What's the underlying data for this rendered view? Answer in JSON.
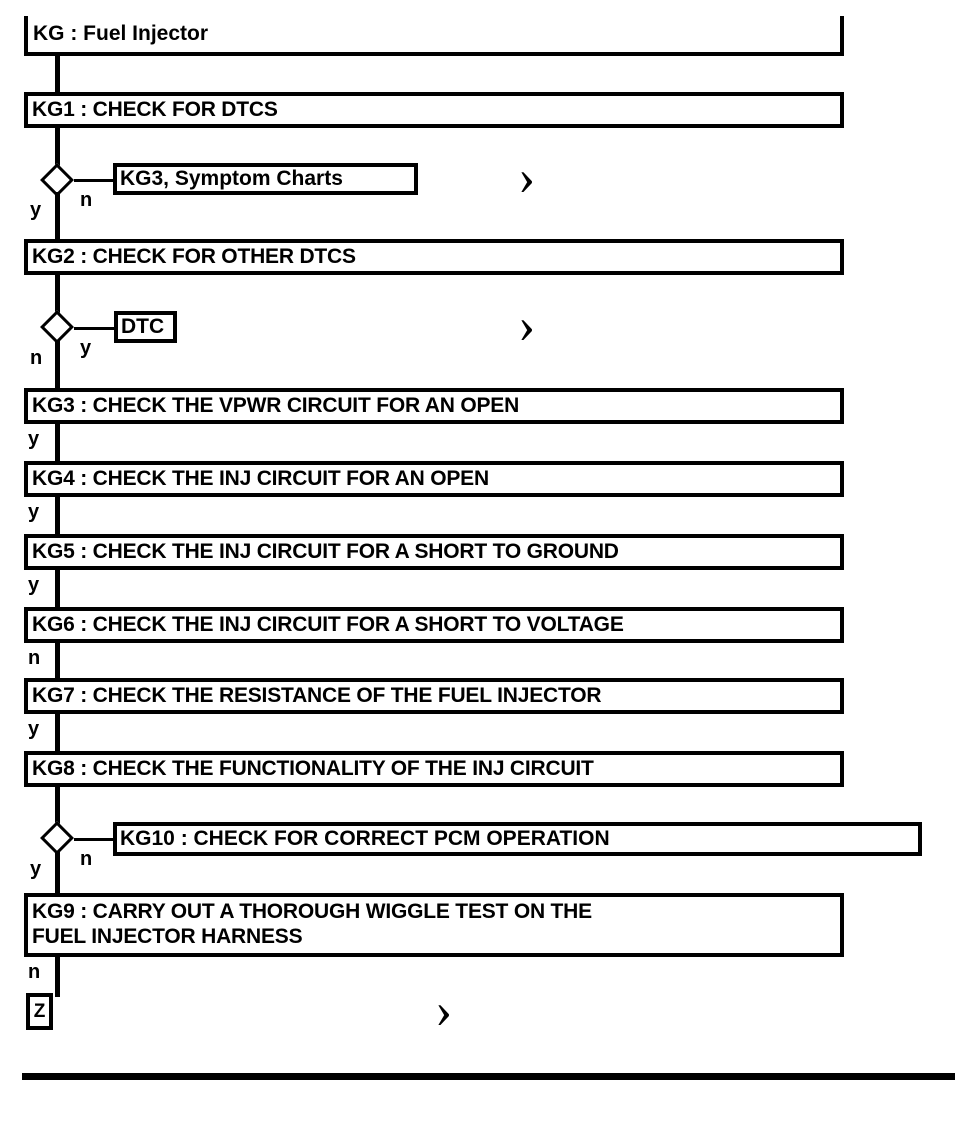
{
  "diagram": {
    "type": "flowchart",
    "title": "KG : Fuel Injector",
    "background_color": "#ffffff",
    "line_color": "#000000"
  },
  "title_box": {
    "label": "KG : Fuel Injector"
  },
  "steps": [
    {
      "id": "KG1",
      "label": "KG1 : CHECK FOR DTCS"
    },
    {
      "id": "KG2",
      "label": "KG2 : CHECK FOR OTHER DTCS"
    },
    {
      "id": "KG3",
      "label": "KG3 : CHECK THE VPWR CIRCUIT FOR AN OPEN"
    },
    {
      "id": "KG4",
      "label": "KG4 : CHECK THE INJ CIRCUIT FOR AN OPEN"
    },
    {
      "id": "KG5",
      "label": "KG5 : CHECK THE INJ CIRCUIT FOR A SHORT TO GROUND"
    },
    {
      "id": "KG6",
      "label": "KG6 : CHECK THE INJ CIRCUIT FOR A SHORT TO VOLTAGE"
    },
    {
      "id": "KG7",
      "label": "KG7 : CHECK THE RESISTANCE OF THE FUEL INJECTOR"
    },
    {
      "id": "KG8",
      "label": "KG8 : CHECK THE FUNCTIONALITY OF THE INJ CIRCUIT"
    },
    {
      "id": "KG9",
      "label": "KG9 : CARRY OUT A THOROUGH WIGGLE TEST ON THE\nFUEL INJECTOR HARNESS"
    }
  ],
  "branch_boxes": [
    {
      "id": "KG3-symptom-charts",
      "label": "KG3, Symptom Charts"
    },
    {
      "id": "DTC",
      "label": "DTC"
    },
    {
      "id": "KG10",
      "label": "KG10 : CHECK FOR CORRECT PCM OPERATION"
    }
  ],
  "terminals": [
    {
      "id": "Z",
      "label": "Z"
    }
  ],
  "decisions": [
    {
      "id": "decision-after-kg1",
      "down_label": "y",
      "branch_label": "n",
      "branch_target": "KG3, Symptom Charts"
    },
    {
      "id": "decision-after-kg2",
      "down_label": "n",
      "branch_label": "y",
      "branch_target": "DTC"
    },
    {
      "id": "decision-after-kg8",
      "down_label": "y",
      "branch_label": "n",
      "branch_target": "KG10 : CHECK FOR CORRECT PCM OPERATION"
    }
  ],
  "edge_labels": [
    {
      "id": "kg3-to-kg4",
      "label": "y"
    },
    {
      "id": "kg4-to-kg5",
      "label": "y"
    },
    {
      "id": "kg5-to-kg6",
      "label": "y"
    },
    {
      "id": "kg6-to-kg7",
      "label": "n"
    },
    {
      "id": "kg7-to-kg8",
      "label": "y"
    },
    {
      "id": "kg9-to-z",
      "label": "n"
    }
  ],
  "chevrons": [
    {
      "id": "chevron-1",
      "glyph": "›"
    },
    {
      "id": "chevron-2",
      "glyph": "›"
    },
    {
      "id": "chevron-3",
      "glyph": "›"
    }
  ]
}
